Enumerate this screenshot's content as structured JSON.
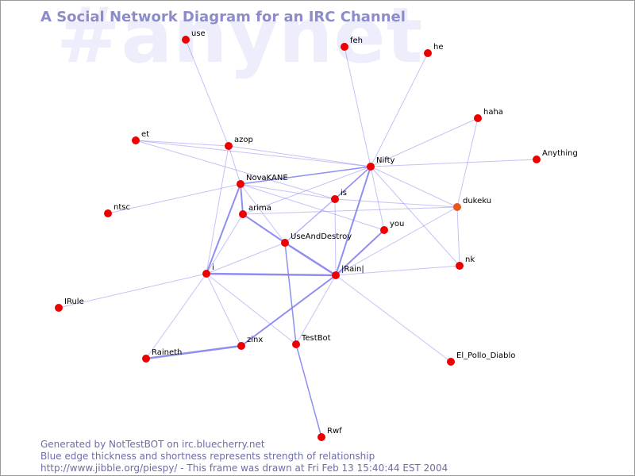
{
  "diagram": {
    "watermark": "#anynet",
    "title": "A Social Network Diagram for an IRC Channel",
    "footer": {
      "line1": "Generated by NotTestBOT on irc.bluecherry.net",
      "line2": "Blue edge thickness and shortness represents strength of relationship",
      "line3": "http://www.jibble.org/piespy/ - This frame was drawn at Fri Feb 13 15:40:44 EST 2004"
    },
    "colors": {
      "node": "#ee0000",
      "highlight_node": "#e8571e",
      "edge": "#7b7bf0",
      "title": "#8c8cc8",
      "watermark": "#ededfb",
      "footer": "#6d6da8"
    },
    "nodes": [
      {
        "id": "use",
        "label": "use"
      },
      {
        "id": "feh",
        "label": "feh"
      },
      {
        "id": "he",
        "label": "he"
      },
      {
        "id": "haha",
        "label": "haha"
      },
      {
        "id": "et",
        "label": "et"
      },
      {
        "id": "azop",
        "label": "azop"
      },
      {
        "id": "Nifty",
        "label": "Nifty"
      },
      {
        "id": "Anything",
        "label": "Anything"
      },
      {
        "id": "NovaKANE",
        "label": "NovaKANE"
      },
      {
        "id": "is",
        "label": "is"
      },
      {
        "id": "dukeku",
        "label": "dukeku",
        "highlight": true
      },
      {
        "id": "ntsc",
        "label": "ntsc"
      },
      {
        "id": "arima",
        "label": "arima"
      },
      {
        "id": "you",
        "label": "you"
      },
      {
        "id": "UseAndDestroy",
        "label": "UseAndDestroy"
      },
      {
        "id": "nk",
        "label": "nk"
      },
      {
        "id": "i",
        "label": "i"
      },
      {
        "id": "Rain",
        "label": "|Rain|"
      },
      {
        "id": "IRule",
        "label": "IRule"
      },
      {
        "id": "zinx",
        "label": "zinx"
      },
      {
        "id": "TestBot",
        "label": "TestBot"
      },
      {
        "id": "Raineth",
        "label": "Raineth"
      },
      {
        "id": "El_Pollo_Diablo",
        "label": "El_Pollo_Diablo"
      },
      {
        "id": "Rwf",
        "label": "Rwf"
      }
    ],
    "edges": [
      {
        "from": "use",
        "to": "azop",
        "strength": 1
      },
      {
        "from": "feh",
        "to": "Nifty",
        "strength": 1
      },
      {
        "from": "he",
        "to": "Nifty",
        "strength": 1
      },
      {
        "from": "haha",
        "to": "Nifty",
        "strength": 1
      },
      {
        "from": "haha",
        "to": "dukeku",
        "strength": 1
      },
      {
        "from": "Anything",
        "to": "Nifty",
        "strength": 1
      },
      {
        "from": "et",
        "to": "azop",
        "strength": 1
      },
      {
        "from": "et",
        "to": "Nifty",
        "strength": 1
      },
      {
        "from": "et",
        "to": "is",
        "strength": 1
      },
      {
        "from": "azop",
        "to": "Nifty",
        "strength": 1
      },
      {
        "from": "azop",
        "to": "i",
        "strength": 1
      },
      {
        "from": "azop",
        "to": "NovaKANE",
        "strength": 1
      },
      {
        "from": "NovaKANE",
        "to": "Nifty",
        "strength": 1.5
      },
      {
        "from": "NovaKANE",
        "to": "arima",
        "strength": 2
      },
      {
        "from": "NovaKANE",
        "to": "i",
        "strength": 2
      },
      {
        "from": "NovaKANE",
        "to": "UseAndDestroy",
        "strength": 1
      },
      {
        "from": "NovaKANE",
        "to": "you",
        "strength": 1
      },
      {
        "from": "NovaKANE",
        "to": "is",
        "strength": 1
      },
      {
        "from": "NovaKANE",
        "to": "ntsc",
        "strength": 1
      },
      {
        "from": "Nifty",
        "to": "is",
        "strength": 1.5
      },
      {
        "from": "Nifty",
        "to": "arima",
        "strength": 1
      },
      {
        "from": "Nifty",
        "to": "you",
        "strength": 1
      },
      {
        "from": "Nifty",
        "to": "Rain",
        "strength": 2
      },
      {
        "from": "Nifty",
        "to": "nk",
        "strength": 1
      },
      {
        "from": "Nifty",
        "to": "UseAndDestroy",
        "strength": 1
      },
      {
        "from": "Nifty",
        "to": "dukeku",
        "strength": 1
      },
      {
        "from": "is",
        "to": "Rain",
        "strength": 1
      },
      {
        "from": "is",
        "to": "UseAndDestroy",
        "strength": 1
      },
      {
        "from": "is",
        "to": "dukeku",
        "strength": 1
      },
      {
        "from": "arima",
        "to": "dukeku",
        "strength": 1
      },
      {
        "from": "arima",
        "to": "UseAndDestroy",
        "strength": 2
      },
      {
        "from": "arima",
        "to": "i",
        "strength": 1
      },
      {
        "from": "dukeku",
        "to": "nk",
        "strength": 1
      },
      {
        "from": "dukeku",
        "to": "Rain",
        "strength": 1
      },
      {
        "from": "you",
        "to": "Rain",
        "strength": 2
      },
      {
        "from": "UseAndDestroy",
        "to": "Rain",
        "strength": 2.5
      },
      {
        "from": "UseAndDestroy",
        "to": "TestBot",
        "strength": 1.5
      },
      {
        "from": "UseAndDestroy",
        "to": "i",
        "strength": 1
      },
      {
        "from": "i",
        "to": "Rain",
        "strength": 2.5
      },
      {
        "from": "i",
        "to": "IRule",
        "strength": 1
      },
      {
        "from": "i",
        "to": "zinx",
        "strength": 1
      },
      {
        "from": "i",
        "to": "Raineth",
        "strength": 1
      },
      {
        "from": "i",
        "to": "TestBot",
        "strength": 1
      },
      {
        "from": "Rain",
        "to": "nk",
        "strength": 1
      },
      {
        "from": "Rain",
        "to": "El_Pollo_Diablo",
        "strength": 1
      },
      {
        "from": "Rain",
        "to": "zinx",
        "strength": 2
      },
      {
        "from": "Rain",
        "to": "TestBot",
        "strength": 1
      },
      {
        "from": "zinx",
        "to": "Raineth",
        "strength": 2.5
      },
      {
        "from": "TestBot",
        "to": "Rwf",
        "strength": 1.5
      }
    ]
  }
}
